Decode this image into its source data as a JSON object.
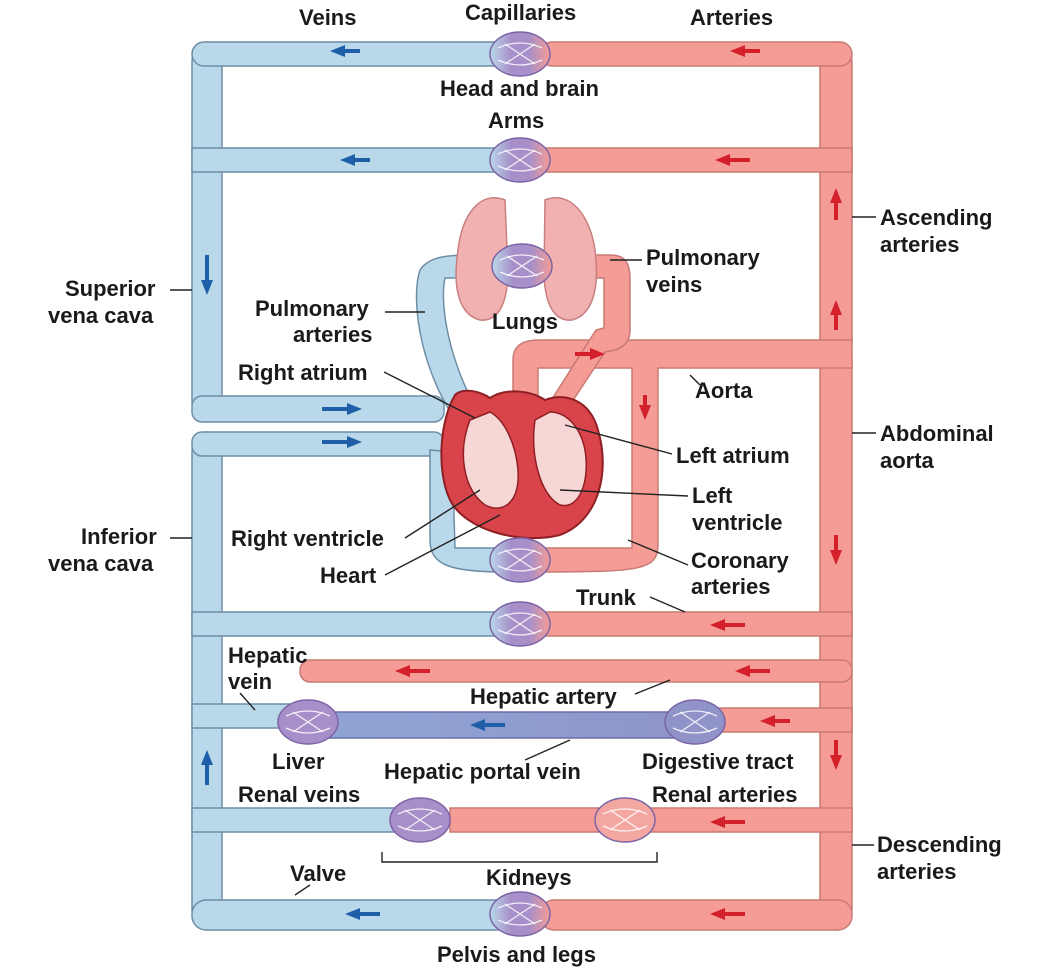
{
  "colors": {
    "vein": "#b9d9ea",
    "artery": "#f49c95",
    "arrow_blue": "#1f5fa8",
    "arrow_red": "#d3202a",
    "capillary": "#a78fc9",
    "portal": "#8f93c8",
    "heart": "#d9434a",
    "lungs": "#f2b1b1",
    "outline": "#6e8ea6"
  },
  "icons": [
    "capillary-bed-icon",
    "heart-icon",
    "lungs-icon",
    "flow-arrow-icon"
  ],
  "labels": {
    "veins": "Veins",
    "capillaries": "Capillaries",
    "arteries": "Arteries",
    "head_brain": "Head and brain",
    "arms": "Arms",
    "ascending_arteries_1": "Ascending",
    "ascending_arteries_2": "arteries",
    "superior_vena_cava_1": "Superior",
    "superior_vena_cava_2": "vena cava",
    "pulmonary_arteries_1": "Pulmonary",
    "pulmonary_arteries_2": "arteries",
    "pulmonary_veins_1": "Pulmonary",
    "pulmonary_veins_2": "veins",
    "lungs": "Lungs",
    "right_atrium": "Right atrium",
    "aorta": "Aorta",
    "abdominal_aorta_1": "Abdominal",
    "abdominal_aorta_2": "aorta",
    "left_atrium": "Left atrium",
    "left_ventricle_1": "Left",
    "left_ventricle_2": "ventricle",
    "inferior_vena_cava_1": "Inferior",
    "inferior_vena_cava_2": "vena cava",
    "right_ventricle": "Right ventricle",
    "heart": "Heart",
    "coronary_arteries_1": "Coronary",
    "coronary_arteries_2": "arteries",
    "trunk": "Trunk",
    "hepatic_vein_1": "Hepatic",
    "hepatic_vein_2": "vein",
    "hepatic_artery": "Hepatic artery",
    "liver": "Liver",
    "hepatic_portal_vein": "Hepatic portal vein",
    "digestive_tract": "Digestive tract",
    "renal_veins": "Renal veins",
    "renal_arteries": "Renal arteries",
    "descending_arteries_1": "Descending",
    "descending_arteries_2": "arteries",
    "valve": "Valve",
    "kidneys": "Kidneys",
    "pelvis_legs": "Pelvis and legs"
  }
}
